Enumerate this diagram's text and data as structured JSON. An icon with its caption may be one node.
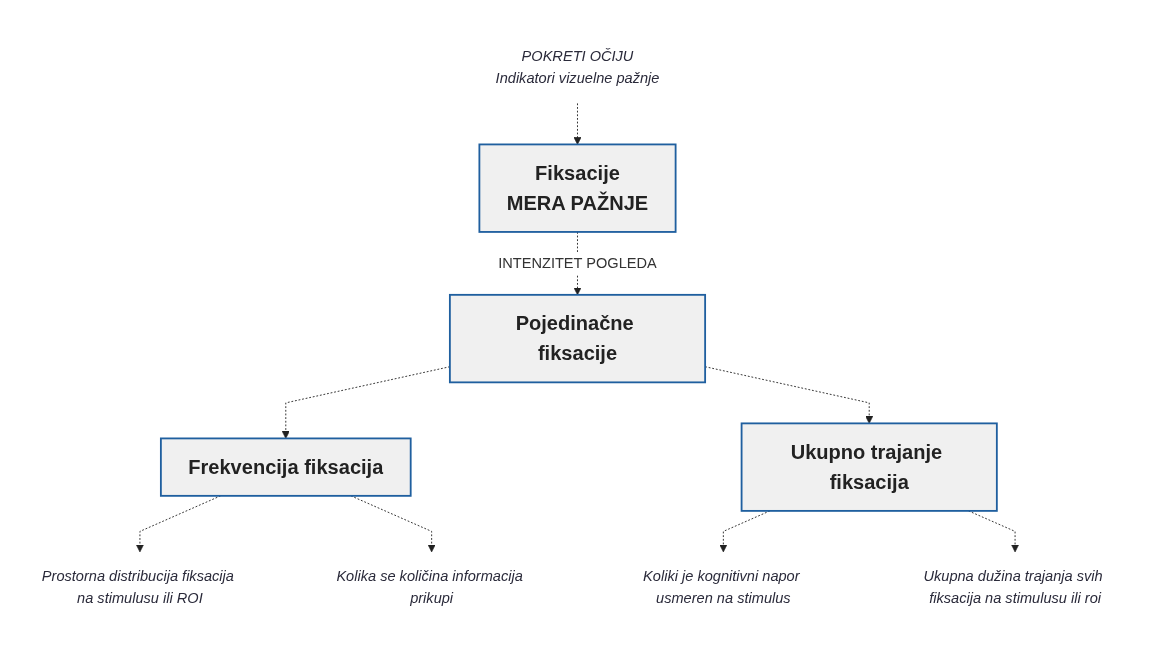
{
  "diagram": {
    "nodes": [
      {
        "text": [
          "Fiksacije",
          "MERA PAŽNJE"
        ]
      },
      {
        "text": [
          "POKRETI OČIJU",
          "Indikatori vizuelne pažnje"
        ]
      },
      {
        "text": [
          "Pojedinačne fiksacije"
        ]
      },
      {
        "text": [
          "Frekvencija fiksacija"
        ]
      },
      {
        "text": [
          "Ukupno trajanje fiksacija"
        ]
      },
      {
        "text": [
          "Prostorna distribucija fiksacija na stimulusu ili ROI"
        ]
      },
      {
        "text": [
          "Kolika se količina informacija prikupi"
        ]
      },
      {
        "text": [
          "Koliki je kognitivni napor usmeren na stimulus"
        ]
      },
      {
        "text": [
          "Ukupna dužina trajanja svih fiksacija na stimulusu ili roi"
        ]
      }
    ],
    "edges": [
      {
        "from": 1,
        "to": 0,
        "arrow": "to",
        "style": "dashed"
      },
      {
        "from": 0,
        "to": 2,
        "arrow": "to",
        "label": "INTENZITET POGLEDA",
        "style": "dashed"
      },
      {
        "from": 2,
        "to": 3,
        "arrow": "to",
        "style": "dashed"
      },
      {
        "from": 2,
        "to": 4,
        "arrow": "to",
        "style": "dashed"
      },
      {
        "from": 3,
        "to": 5,
        "arrow": "to",
        "style": "dashed"
      },
      {
        "from": 3,
        "to": 6,
        "arrow": "to",
        "style": "dashed"
      },
      {
        "from": 4,
        "to": 7,
        "arrow": "to",
        "style": "dashed"
      },
      {
        "from": 4,
        "to": 8,
        "arrow": "to",
        "style": "dashed"
      }
    ]
  }
}
